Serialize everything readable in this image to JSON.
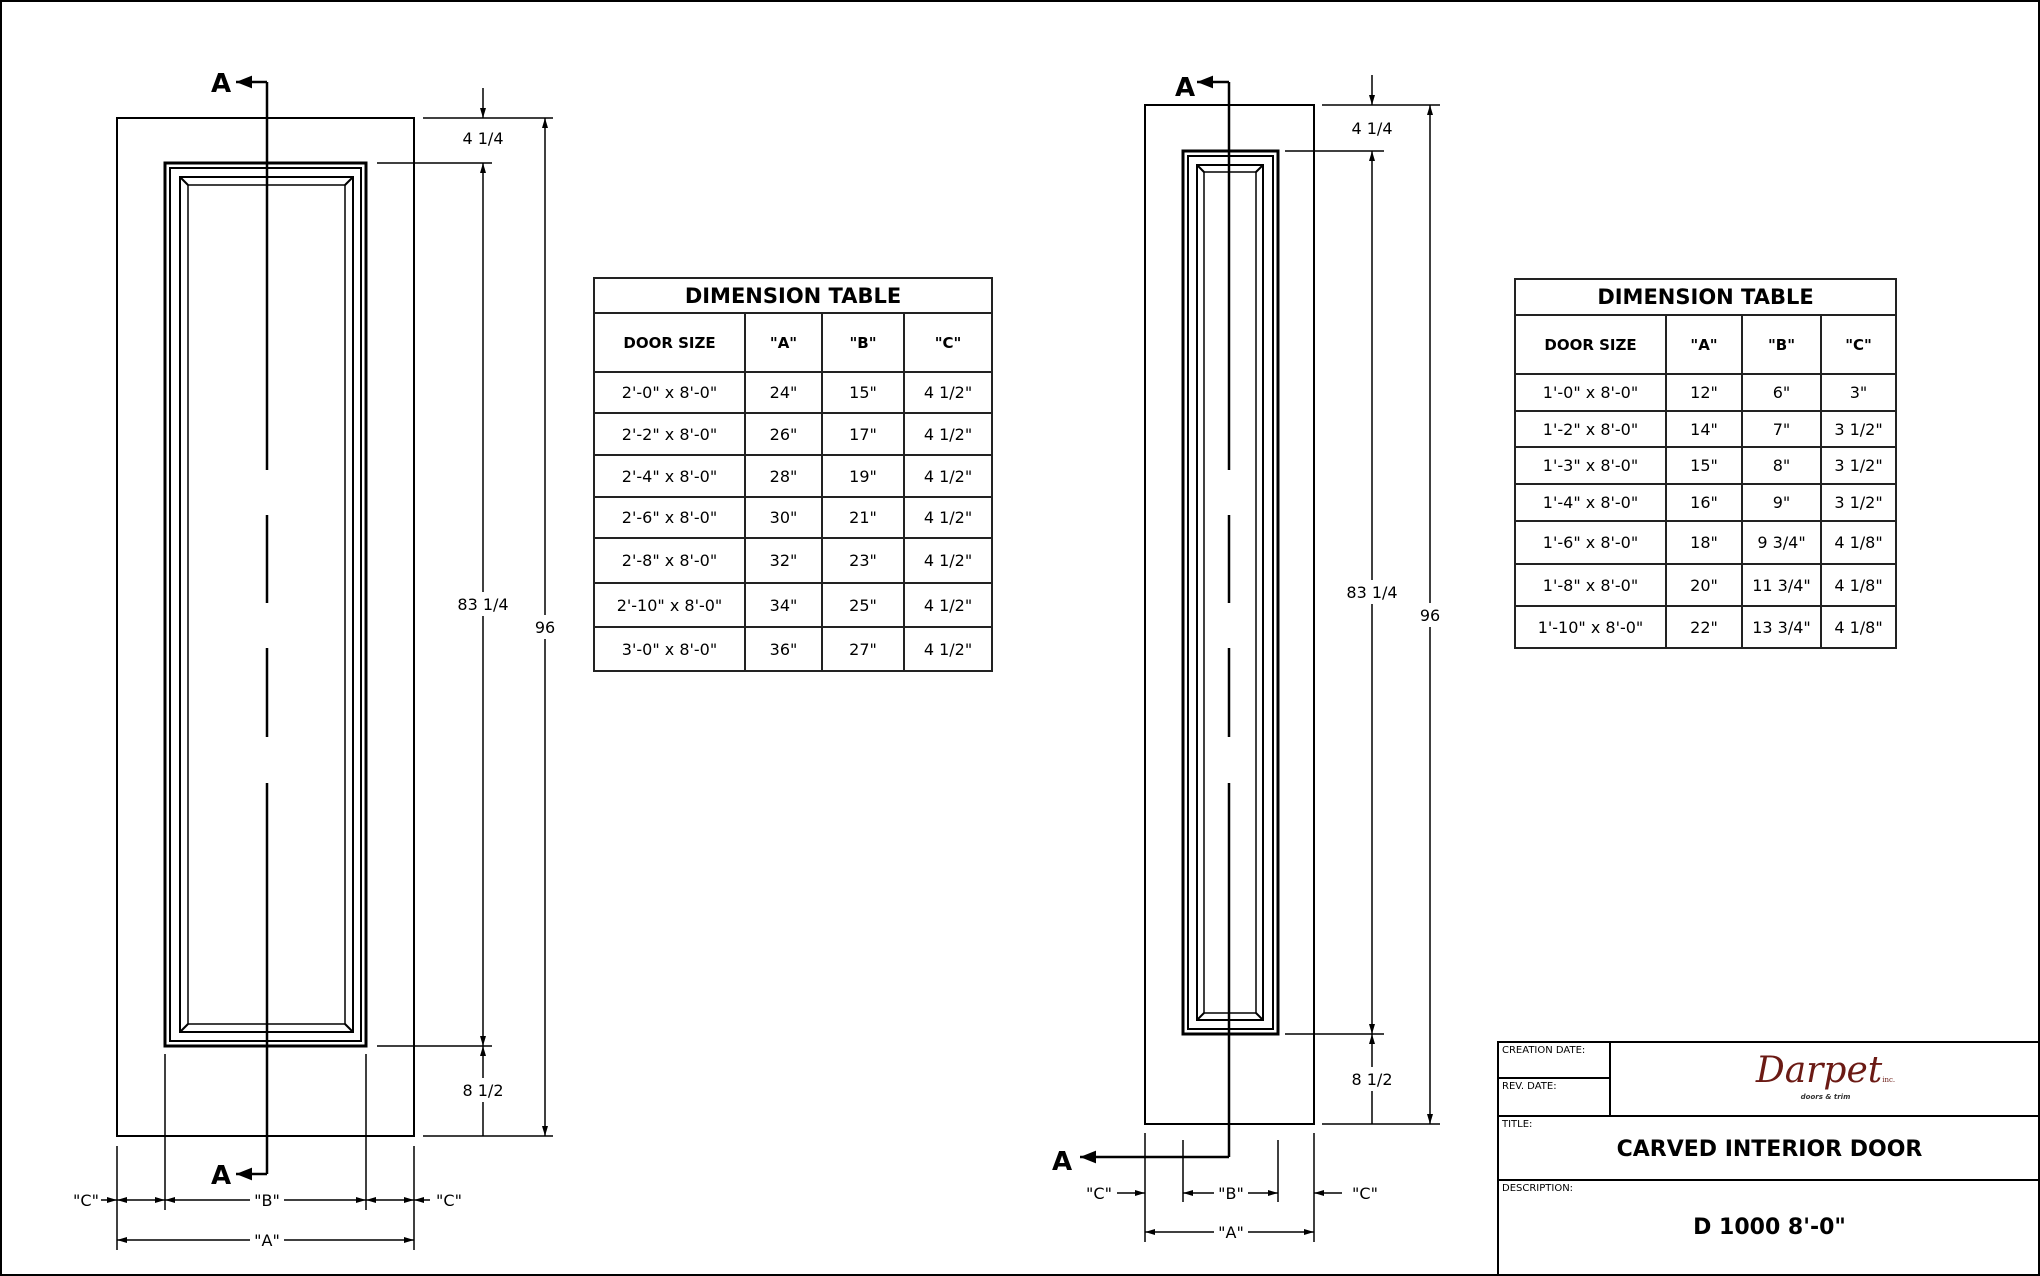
{
  "section_marker": "A",
  "dimensions": {
    "top_rail": "4 1/4",
    "panel_height": "83 1/4",
    "overall_height": "96",
    "bottom_rail": "8 1/2",
    "stile": "\"C\"",
    "panel_width": "\"B\"",
    "overall_width": "\"A\""
  },
  "table_left": {
    "title": "DIMENSION TABLE",
    "headers": [
      "DOOR SIZE",
      "\"A\"",
      "\"B\"",
      "\"C\""
    ],
    "rows": [
      [
        "2'-0\" x 8'-0\"",
        "24\"",
        "15\"",
        "4 1/2\""
      ],
      [
        "2'-2\" x 8'-0\"",
        "26\"",
        "17\"",
        "4 1/2\""
      ],
      [
        "2'-4\" x 8'-0\"",
        "28\"",
        "19\"",
        "4 1/2\""
      ],
      [
        "2'-6\" x 8'-0\"",
        "30\"",
        "21\"",
        "4 1/2\""
      ],
      [
        "2'-8\" x 8'-0\"",
        "32\"",
        "23\"",
        "4 1/2\""
      ],
      [
        "2'-10\" x 8'-0\"",
        "34\"",
        "25\"",
        "4 1/2\""
      ],
      [
        "3'-0\" x 8'-0\"",
        "36\"",
        "27\"",
        "4 1/2\""
      ]
    ]
  },
  "table_right": {
    "title": "DIMENSION TABLE",
    "headers": [
      "DOOR SIZE",
      "\"A\"",
      "\"B\"",
      "\"C\""
    ],
    "rows": [
      [
        "1'-0\" x 8'-0\"",
        "12\"",
        "6\"",
        "3\""
      ],
      [
        "1'-2\" x 8'-0\"",
        "14\"",
        "7\"",
        "3 1/2\""
      ],
      [
        "1'-3\" x 8'-0\"",
        "15\"",
        "8\"",
        "3 1/2\""
      ],
      [
        "1'-4\" x 8'-0\"",
        "16\"",
        "9\"",
        "3 1/2\""
      ],
      [
        "1'-6\" x 8'-0\"",
        "18\"",
        "9 3/4\"",
        "4 1/8\""
      ],
      [
        "1'-8\" x 8'-0\"",
        "20\"",
        "11 3/4\"",
        "4 1/8\""
      ],
      [
        "1'-10\" x 8'-0\"",
        "22\"",
        "13 3/4\"",
        "4 1/8\""
      ]
    ]
  },
  "title_block": {
    "creation_date_label": "CREATION DATE:",
    "rev_date_label": "REV. DATE:",
    "logo_name": "Darpet",
    "logo_suffix": "inc.",
    "logo_tagline": "doors & trim",
    "title_label": "TITLE:",
    "title": "CARVED INTERIOR DOOR",
    "description_label": "DESCRIPTION:",
    "description": "D 1000 8'-0\""
  },
  "colors": {
    "logo": "#6b1a14",
    "line": "#000000"
  }
}
